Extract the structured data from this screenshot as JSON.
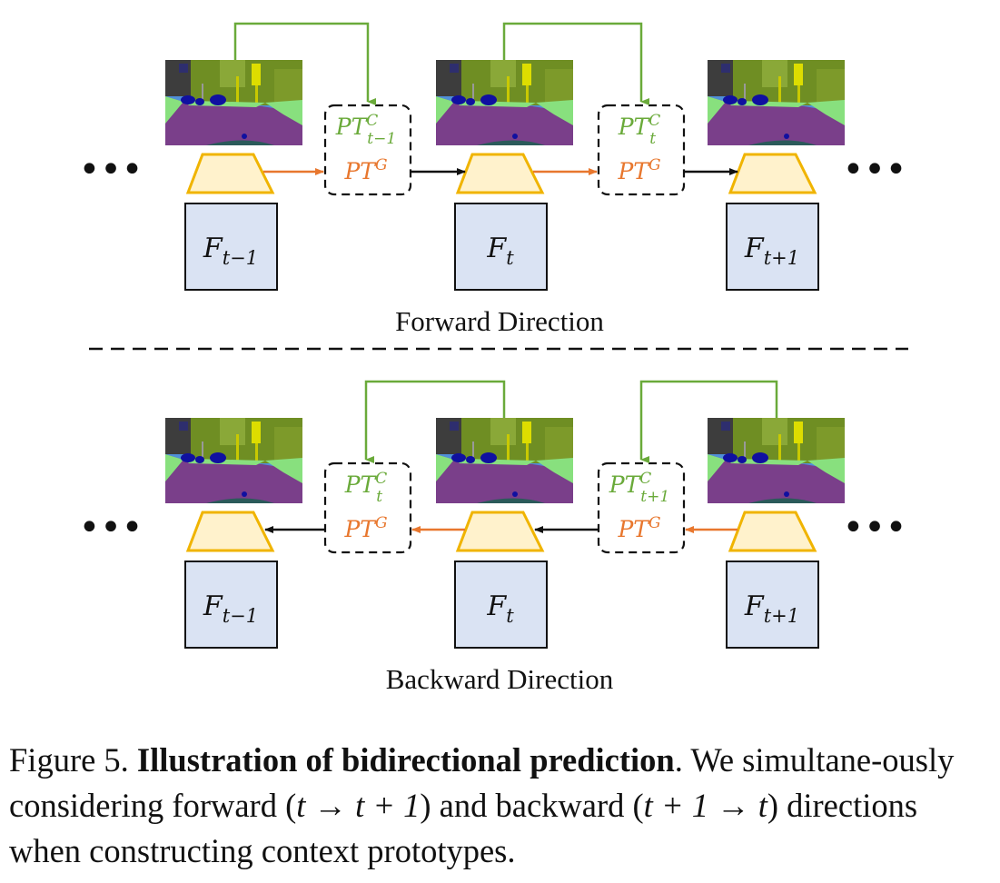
{
  "forward": {
    "title": "Forward Direction",
    "frames": [
      "F",
      "F",
      "F"
    ],
    "frame_subs": [
      "t−1",
      "t",
      "t+1"
    ],
    "context_protos": [
      {
        "base": "PT",
        "sup": "C",
        "sub": "t−1"
      },
      {
        "base": "PT",
        "sup": "C",
        "sub": "t"
      }
    ],
    "global_proto": {
      "base": "PT",
      "sup": "G"
    }
  },
  "backward": {
    "title": "Backward Direction",
    "frames": [
      "F",
      "F",
      "F"
    ],
    "frame_subs": [
      "t−1",
      "t",
      "t+1"
    ],
    "context_protos": [
      {
        "base": "PT",
        "sup": "C",
        "sub": "t"
      },
      {
        "base": "PT",
        "sup": "C",
        "sub": "t+1"
      }
    ],
    "global_proto": {
      "base": "PT",
      "sup": "G"
    }
  },
  "ellipsis": "•••",
  "caption": {
    "prefix": "Figure 5. ",
    "bold": "Illustration of bidirectional prediction",
    "text1": ". We simultane-ously considering forward (",
    "fwd_math": "t → t + 1",
    "text2": ") and backward (",
    "bwd_math": "t + 1 → t",
    "text3": ") directions when constructing context prototypes."
  },
  "colors": {
    "green": "#6aaa3a",
    "orange": "#e8772e",
    "frame_fill": "#dae3f3",
    "encoder_fill": "#fff2cc",
    "encoder_stroke": "#f0b400",
    "road": "#7a3f8a",
    "sidewalk": "#88e07e",
    "vegetation": "#6f8e23",
    "building": "#3d3d3d",
    "sky": "#4f8fd8",
    "car": "#1010a0",
    "sign": "#dddd00"
  }
}
